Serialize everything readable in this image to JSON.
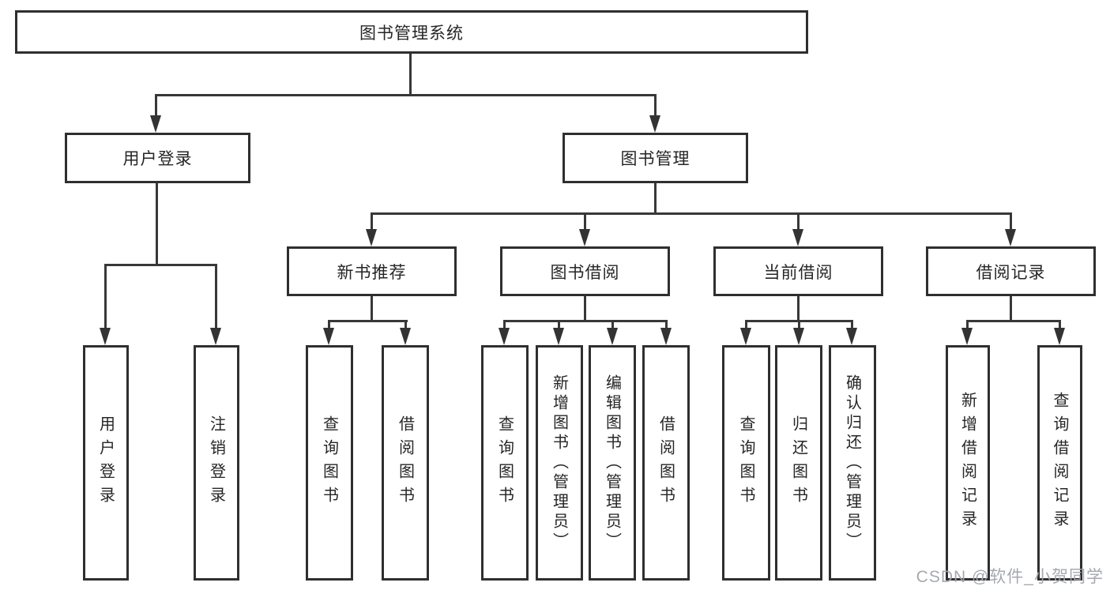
{
  "tree": {
    "label": "图书管理系统",
    "children": [
      {
        "label": "用户登录",
        "children": [
          {
            "label": "用户登录"
          },
          {
            "label": "注销登录"
          }
        ]
      },
      {
        "label": "图书管理",
        "children": [
          {
            "label": "新书推荐",
            "children": [
              {
                "label": "查询图书"
              },
              {
                "label": "借阅图书"
              }
            ]
          },
          {
            "label": "图书借阅",
            "children": [
              {
                "label": "查询图书"
              },
              {
                "label": "新增图书（管理员）"
              },
              {
                "label": "编辑图书（管理员）"
              },
              {
                "label": "借阅图书"
              }
            ]
          },
          {
            "label": "当前借阅",
            "children": [
              {
                "label": "查询图书"
              },
              {
                "label": "归还图书"
              },
              {
                "label": "确认归还（管理员）"
              }
            ]
          },
          {
            "label": "借阅记录",
            "children": [
              {
                "label": "新增借阅记录"
              },
              {
                "label": "查询借阅记录"
              }
            ]
          }
        ]
      }
    ]
  },
  "watermark": {
    "text": "CSDN @软件_小贺同学"
  },
  "colors": {
    "line": "#383838",
    "border": "#2f2f2f",
    "text": "#262626",
    "watermark": "#a0a4ab",
    "background": "#ffffff"
  }
}
